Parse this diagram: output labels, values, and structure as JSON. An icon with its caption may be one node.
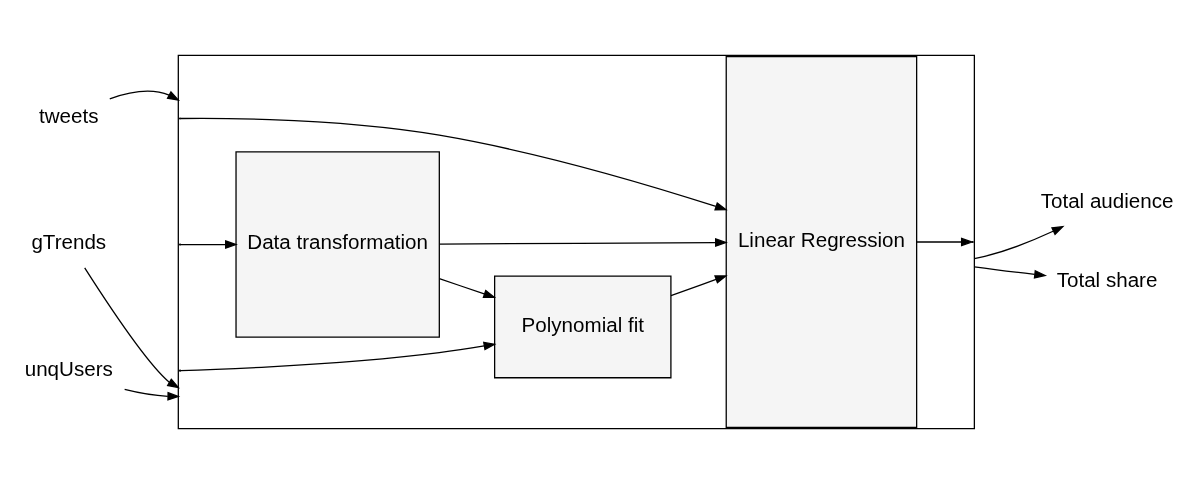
{
  "diagram": {
    "nodes": [
      {
        "text": [],
        "shape": "box"
      },
      {
        "text": [
          "tweets"
        ]
      },
      {
        "text": [
          "unqUsers"
        ]
      },
      {
        "text": [
          "gTrends"
        ]
      },
      {
        "text": [
          "Polynomial fit"
        ],
        "in": 0
      },
      {
        "text": [
          "Data transformation"
        ],
        "in": 0
      },
      {
        "text": [
          "Linear Regression"
        ],
        "in": 0
      },
      {
        "text": [
          "Total audience"
        ]
      },
      {
        "text": [
          "Total share"
        ]
      }
    ],
    "edges": [
      {
        "from": 1,
        "to": 0,
        "arrow": "to"
      },
      {
        "from": 2,
        "to": 0,
        "arrow": "to"
      },
      {
        "from": 3,
        "to": 0,
        "arrow": "to"
      },
      {
        "from": 0,
        "to": 6,
        "arrow": "to"
      },
      {
        "from": 0,
        "to": 4,
        "arrow": "to"
      },
      {
        "from": 0,
        "to": 5,
        "arrow": "to"
      },
      {
        "from": 5,
        "to": 4,
        "arrow": "to"
      },
      {
        "from": 4,
        "to": 6,
        "arrow": "to"
      },
      {
        "from": 5,
        "to": 6,
        "arrow": "to"
      },
      {
        "from": 6,
        "to": 0,
        "arrow": "to"
      },
      {
        "from": 0,
        "to": 7,
        "arrow": "to"
      },
      {
        "from": 0,
        "to": 8,
        "arrow": "to"
      }
    ]
  }
}
